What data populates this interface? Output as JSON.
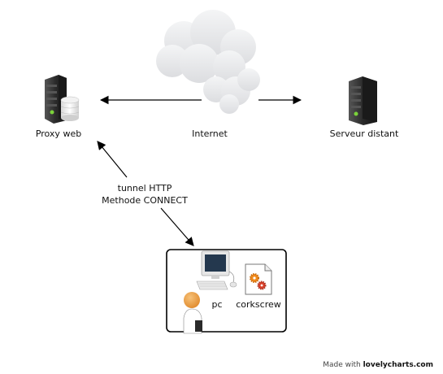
{
  "nodes": {
    "proxy": {
      "label": "Proxy web"
    },
    "internet": {
      "label": "Internet"
    },
    "server": {
      "label": "Serveur distant"
    },
    "pc": {
      "label": "pc"
    },
    "corkscrew": {
      "label": "corkscrew"
    }
  },
  "edges": {
    "tunnel": {
      "line1": "tunnel HTTP",
      "line2": "Methode CONNECT"
    }
  },
  "credit": {
    "prefix": "Made with ",
    "brand": "lovelycharts.com"
  },
  "colors": {
    "server_dark": "#2b2b2b",
    "server_led": "#7bd23a",
    "cloud": "#e9eaec",
    "gear_orange": "#f08a1c",
    "gear_red": "#d9412b",
    "person_skin": "#f0a24a"
  },
  "icons": [
    "server-icon",
    "database-icon",
    "cloud-icon",
    "computer-icon",
    "document-icon",
    "gear-icon",
    "user-icon"
  ]
}
